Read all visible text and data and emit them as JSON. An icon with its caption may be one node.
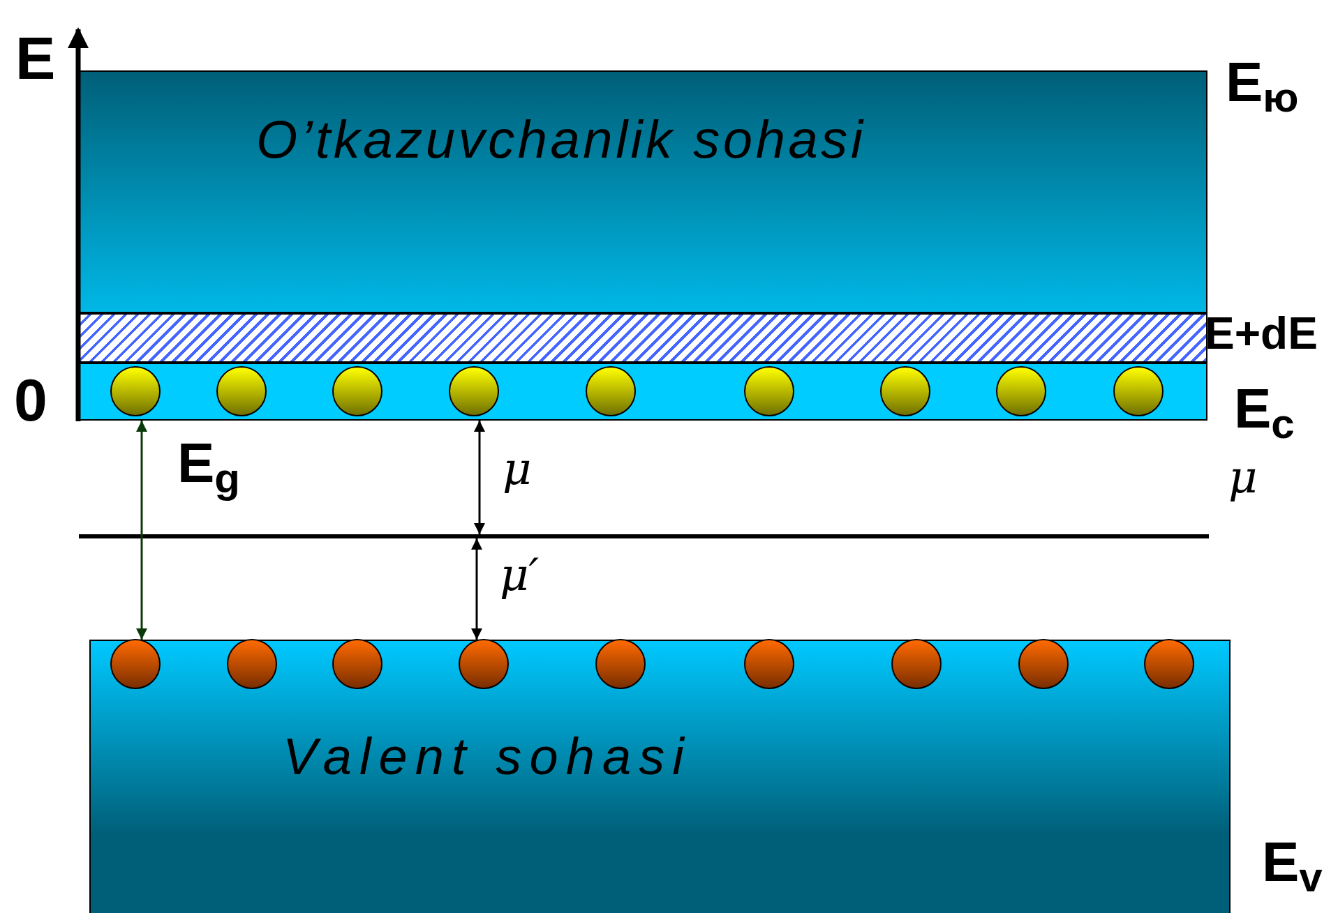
{
  "diagram": {
    "nodes": [
      {
        "text": [
          "O’tkazuvchanlik sohasi"
        ]
      },
      {
        "text": [],
        "shape": "box"
      },
      {
        "text": [],
        "shape": "box"
      },
      {
        "text": [],
        "shape": "circle",
        "in": 2
      },
      {
        "text": [],
        "shape": "circle",
        "in": 2
      },
      {
        "text": [],
        "shape": "circle",
        "in": 2
      },
      {
        "text": [],
        "shape": "circle",
        "in": 2
      },
      {
        "text": [],
        "shape": "circle",
        "in": 2
      },
      {
        "text": [],
        "shape": "circle",
        "in": 2
      },
      {
        "text": [],
        "shape": "circle",
        "in": 2
      },
      {
        "text": [],
        "shape": "circle",
        "in": 2
      },
      {
        "text": [],
        "shape": "circle",
        "in": 2
      },
      {
        "text": [],
        "shape": "bar"
      },
      {
        "text": [
          "Valent sohasi"
        ]
      },
      {
        "text": [],
        "shape": "circle",
        "in": 13
      },
      {
        "text": [],
        "shape": "circle",
        "in": 13
      },
      {
        "text": [],
        "shape": "circle",
        "in": 13
      },
      {
        "text": [],
        "shape": "circle",
        "in": 13
      },
      {
        "text": [],
        "shape": "circle",
        "in": 13
      },
      {
        "text": [],
        "shape": "circle",
        "in": 13
      },
      {
        "text": [],
        "shape": "circle",
        "in": 13
      },
      {
        "text": [],
        "shape": "circle",
        "in": 13
      },
      {
        "text": [],
        "shape": "circle",
        "in": 13
      }
    ],
    "edges": [
      {
        "from": 2,
        "to": 13,
        "arrow": "both",
        "color": "#0a3a0a"
      },
      {
        "from": 2,
        "to": 12,
        "arrow": "both"
      },
      {
        "from": 12,
        "to": 13,
        "arrow": "both"
      }
    ],
    "labels": [
      "E",
      "E$_{ю}$",
      "E+dE",
      "0",
      "E$_{c}$",
      "E$_{g}$",
      "μ",
      "μ",
      "μ′",
      "E$_{v}$"
    ]
  }
}
